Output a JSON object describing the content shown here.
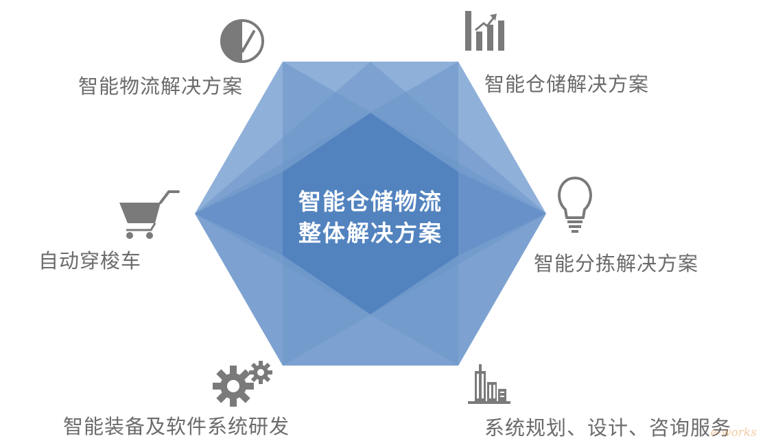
{
  "center": {
    "title_line1": "智能仓储物流",
    "title_line2": "整体解决方案"
  },
  "items": [
    {
      "label": "智能物流解决方案",
      "icon": "pie-check-icon"
    },
    {
      "label": "智能仓储解决方案",
      "icon": "bar-chart-growth-icon"
    },
    {
      "label": "自动穿梭车",
      "icon": "shopping-cart-icon"
    },
    {
      "label": "智能分拣解决方案",
      "icon": "lightbulb-icon"
    },
    {
      "label": "智能装备及软件系统研发",
      "icon": "gears-icon"
    },
    {
      "label": "系统规划、设计、咨询服务",
      "icon": "buildings-icon"
    }
  ],
  "watermark": "e-works",
  "colors": {
    "hex_light": "#8fb0d9",
    "hex_mid": "#7199cc",
    "hex_dark": "#4d7fbd",
    "icon_gray": "#7a7a7a",
    "label_gray": "#6b6b6b"
  }
}
